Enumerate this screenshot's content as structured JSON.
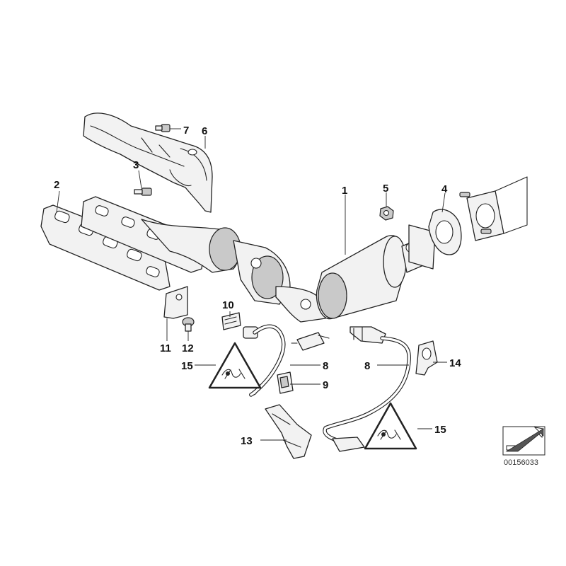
{
  "diagram": {
    "part_number": "00156033",
    "callouts": [
      {
        "id": "c1",
        "label": "1"
      },
      {
        "id": "c2",
        "label": "2"
      },
      {
        "id": "c3",
        "label": "3"
      },
      {
        "id": "c4",
        "label": "4"
      },
      {
        "id": "c5",
        "label": "5"
      },
      {
        "id": "c6",
        "label": "6"
      },
      {
        "id": "c7",
        "label": "7"
      },
      {
        "id": "c8a",
        "label": "8"
      },
      {
        "id": "c8b",
        "label": "8"
      },
      {
        "id": "c9",
        "label": "9"
      },
      {
        "id": "c10",
        "label": "10"
      },
      {
        "id": "c11",
        "label": "11"
      },
      {
        "id": "c12",
        "label": "12"
      },
      {
        "id": "c13",
        "label": "13"
      },
      {
        "id": "c14",
        "label": "14"
      },
      {
        "id": "c15a",
        "label": "15"
      },
      {
        "id": "c15b",
        "label": "15"
      }
    ],
    "icons": [
      "warning-triangle-icon",
      "navigation-arrow-icon"
    ]
  }
}
